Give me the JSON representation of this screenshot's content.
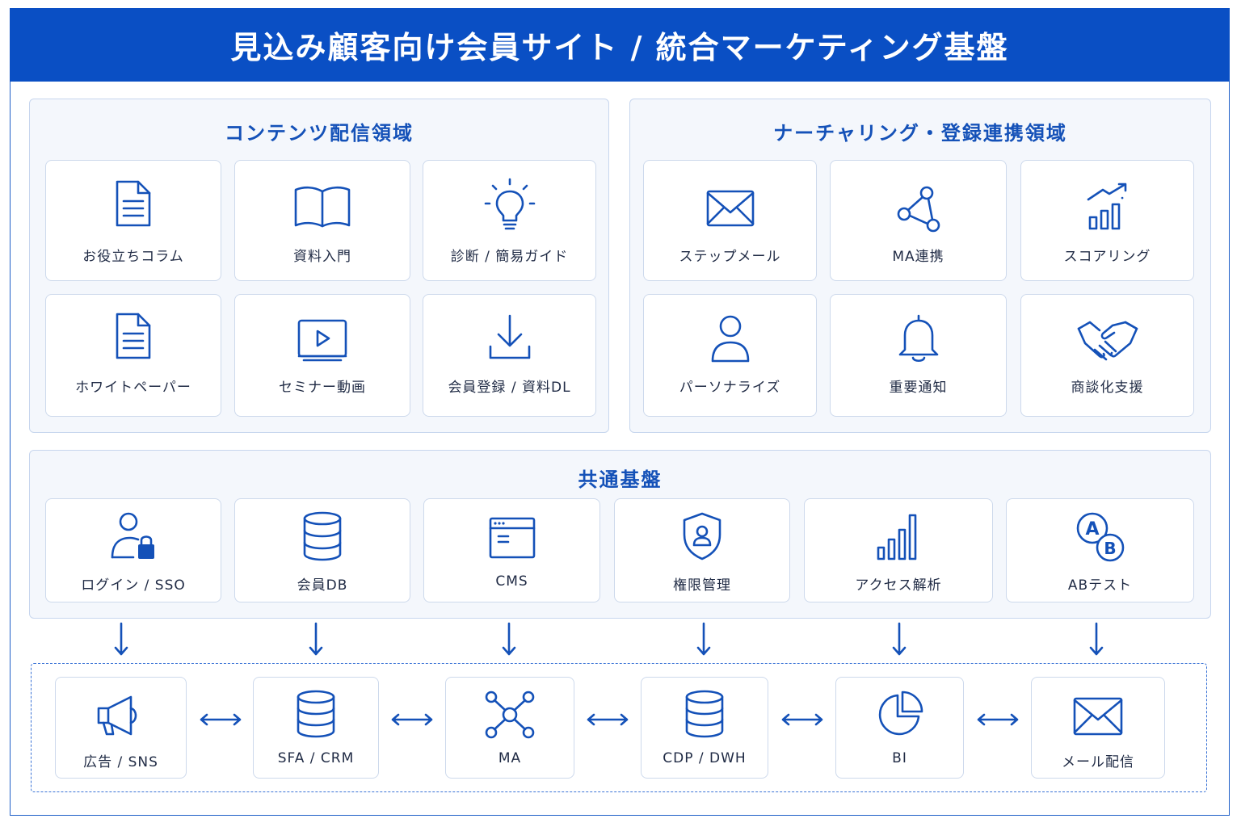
{
  "title": "見込み顧客向け会員サイト / 統合マーケティング基盤",
  "content_area": {
    "title": "コンテンツ配信領域",
    "items": [
      {
        "label": "お役立ちコラム",
        "icon": "document-icon"
      },
      {
        "label": "資料入門",
        "icon": "book-icon"
      },
      {
        "label": "診断 / 簡易ガイド",
        "icon": "lightbulb-icon"
      },
      {
        "label": "ホワイトペーパー",
        "icon": "document-icon"
      },
      {
        "label": "セミナー動画",
        "icon": "video-play-icon"
      },
      {
        "label": "会員登録 / 資料DL",
        "icon": "download-icon"
      }
    ]
  },
  "nurture_area": {
    "title": "ナーチャリング・登録連携領域",
    "items": [
      {
        "label": "ステップメール",
        "icon": "envelope-icon"
      },
      {
        "label": "MA連携",
        "icon": "share-nodes-icon"
      },
      {
        "label": "スコアリング",
        "icon": "bar-chart-up-icon"
      },
      {
        "label": "パーソナライズ",
        "icon": "user-icon"
      },
      {
        "label": "重要通知",
        "icon": "bell-icon"
      },
      {
        "label": "商談化支援",
        "icon": "handshake-icon"
      }
    ]
  },
  "common_platform": {
    "title": "共通基盤",
    "items": [
      {
        "label": "ログイン / SSO",
        "icon": "user-lock-icon"
      },
      {
        "label": "会員DB",
        "icon": "database-icon"
      },
      {
        "label": "CMS",
        "icon": "browser-window-icon"
      },
      {
        "label": "権限管理",
        "icon": "shield-user-icon"
      },
      {
        "label": "アクセス解析",
        "icon": "bar-chart-icon"
      },
      {
        "label": "ABテスト",
        "icon": "ab-test-icon"
      }
    ]
  },
  "integrations": {
    "items": [
      {
        "label": "広告 / SNS",
        "icon": "megaphone-icon"
      },
      {
        "label": "SFA / CRM",
        "icon": "database-icon"
      },
      {
        "label": "MA",
        "icon": "network-hub-icon"
      },
      {
        "label": "CDP / DWH",
        "icon": "database-icon"
      },
      {
        "label": "BI",
        "icon": "pie-chart-icon"
      },
      {
        "label": "メール配信",
        "icon": "envelope-icon"
      }
    ]
  },
  "colors": {
    "brand_blue": "#0a4fc4",
    "accent_blue": "#1451b8",
    "panel_bg": "#f4f7fc",
    "card_border": "#cdd9ec"
  }
}
